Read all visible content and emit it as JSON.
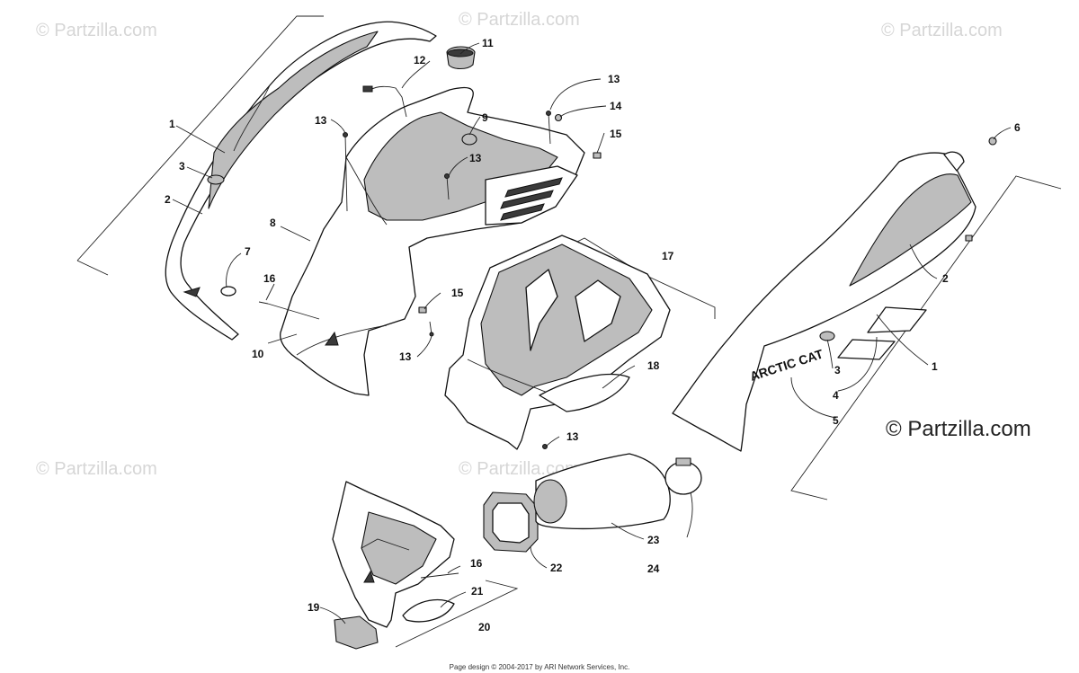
{
  "watermark": {
    "text": "© Partzilla.com",
    "copyright_text": "© Partzilla.com"
  },
  "brand_decal": "ARCTIC CAT",
  "footer": "Page design © 2004-2017 by ARI Network Services, Inc.",
  "callouts": {
    "c1a": "1",
    "c1b": "1",
    "c2a": "2",
    "c2b": "2",
    "c3a": "3",
    "c3b": "3",
    "c4": "4",
    "c5": "5",
    "c6": "6",
    "c7": "7",
    "c8": "8",
    "c9": "9",
    "c10": "10",
    "c11": "11",
    "c12": "12",
    "c13a": "13",
    "c13b": "13",
    "c13c": "13",
    "c13d": "13",
    "c13e": "13",
    "c14": "14",
    "c15a": "15",
    "c15b": "15",
    "c16a": "16",
    "c16b": "16",
    "c17": "17",
    "c18": "18",
    "c19": "19",
    "c20": "20",
    "c21": "21",
    "c22": "22",
    "c23": "23",
    "c24": "24"
  }
}
